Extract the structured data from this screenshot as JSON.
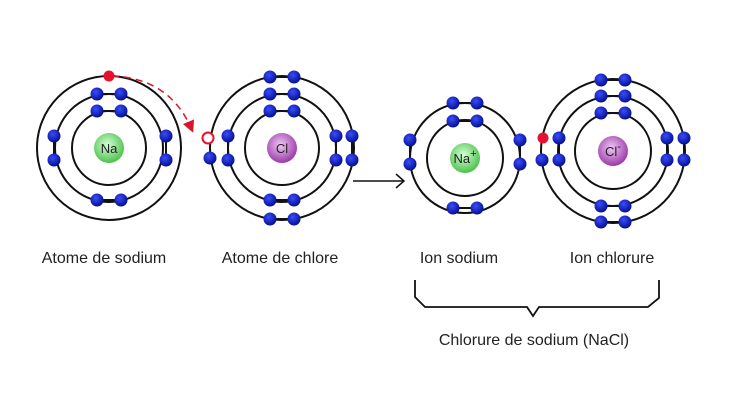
{
  "atoms": {
    "sodium_atom": {
      "label": "Atome de sodium",
      "symbol": "Na"
    },
    "chlorine_atom": {
      "label": "Atome de chlore",
      "symbol": "Cl"
    },
    "sodium_ion": {
      "label": "Ion sodium",
      "symbol": "Na",
      "charge": "+"
    },
    "chloride_ion": {
      "label": "Ion chlorure",
      "symbol": "Cl",
      "charge": "-"
    }
  },
  "compound_label": "Chlorure de sodium (NaCl)",
  "colors": {
    "electron": "#0a17b8",
    "transferred_electron": "#e8112d",
    "sodium_nucleus": "#6fd86f",
    "chlorine_nucleus": "#b45cc0"
  }
}
